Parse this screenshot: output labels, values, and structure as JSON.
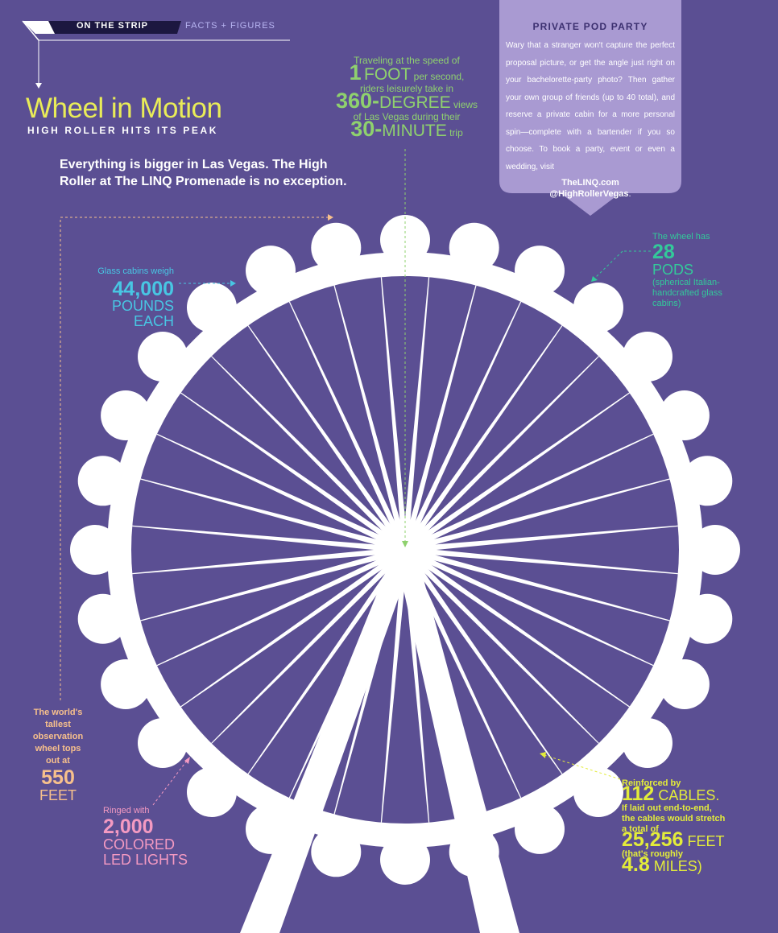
{
  "header": {
    "section": "ON THE STRIP",
    "category": "FACTS + FIGURES",
    "title": "Wheel in Motion",
    "subtitle": "HIGH ROLLER HITS ITS PEAK",
    "intro": "Everything is bigger in Las Vegas. The High Roller at The LINQ Promenade is no exception."
  },
  "speed_callout": {
    "line1": "Traveling at the speed of",
    "big1": "1",
    "mid1": "FOOT",
    "tail1": " per second,",
    "line2": "riders leisurely take in",
    "big2": "360-",
    "mid2": "DEGREE",
    "tail2": " views",
    "line3": "of Las Vegas during their",
    "big3": "30-",
    "mid3": "MINUTE",
    "tail3": " trip"
  },
  "cabins_callout": {
    "lead": "Glass cabins weigh",
    "number": "44,000",
    "unit1": "POUNDS",
    "unit2": "EACH"
  },
  "pods_callout": {
    "lead": "The wheel has",
    "number": "28",
    "unit": "PODS",
    "note": "(spherical Italian-handcrafted glass cabins)"
  },
  "height_callout": {
    "lead": "The world's tallest observation wheel tops out at",
    "number": "550",
    "unit": "FEET"
  },
  "led_callout": {
    "lead": "Ringed with",
    "number": "2,000",
    "unit1": "COLORED",
    "unit2": "LED LIGHTS"
  },
  "cables_callout": {
    "lead": "Reinforced by",
    "number1": "112",
    "unit1": " CABLES.",
    "middle": "If laid out end-to-end, the cables would stretch a total of",
    "number2": "25,256",
    "unit2": " FEET",
    "note": "(that's roughly",
    "number3": "4.8",
    "unit3": " MILES)"
  },
  "sidebar": {
    "title": "PRIVATE POD PARTY",
    "body": "Wary that a stranger won't capture the perfect proposal picture, or get the angle just right on your bachelorette-party photo? Then gather your own group of friends (up to 40 total), and reserve a private cabin for a more personal spin—complete with a bartender if you so choose. To book a party, event or even a wedding, visit",
    "link1": "TheLINQ.com",
    "link2": "@HighRollerVegas",
    "link2_suffix": "."
  },
  "colors": {
    "background": "#5b4f93",
    "wheel": "#ffffff",
    "title_yellow": "#e9ec58",
    "speed_green": "#8fd16e",
    "cabins_blue": "#48c6e3",
    "pods_teal": "#33c99a",
    "height_peach": "#f7c08c",
    "led_pink": "#f49ac2",
    "cables_yellow": "#e3ec3a",
    "sidebar_lavender": "#a99ad2"
  },
  "wheel": {
    "pods": 28,
    "spokes": 36
  }
}
